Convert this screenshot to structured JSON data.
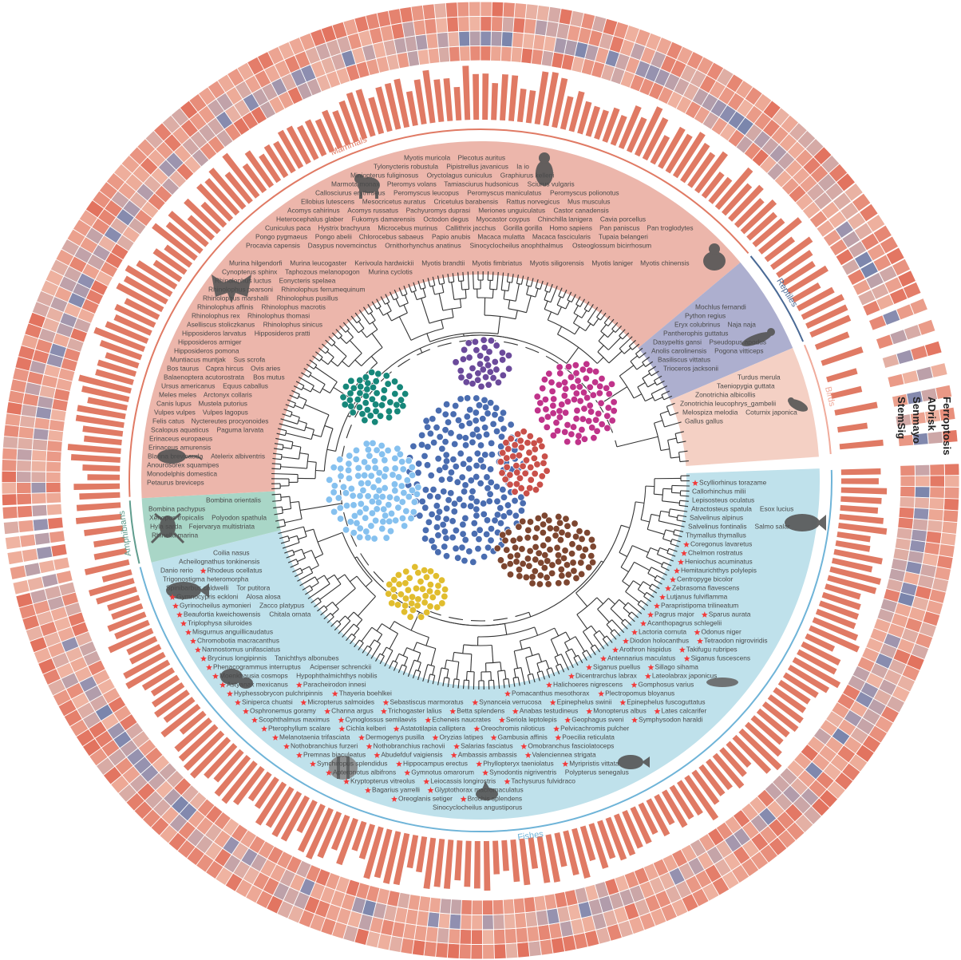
{
  "figure": {
    "tracks": [
      "Ferroptosis",
      "ADrisk",
      "Senmayo",
      "StemSig"
    ],
    "colors": {
      "bar": "#e07a64",
      "heat_high": "#e2735f",
      "heat_mid": "#efb4a2",
      "heat_low": "#8f8fb0",
      "heat_min": "#5a76a6",
      "tree": "#333333",
      "star": "#f23b3b",
      "label": "#4a4a4a"
    },
    "cluster_colors": [
      "#16877a",
      "#6b4a9b",
      "#c0338a",
      "#4a6db0",
      "#86c1ef",
      "#c9504a",
      "#7d4630",
      "#e1bd2e"
    ]
  },
  "clades": [
    {
      "name": "Fishes",
      "fill": "#bfe1eb",
      "line": "#6fb4d8",
      "starred_ranges": [
        [
          0,
          0
        ],
        [
          9,
          100
        ],
        [
          104,
          104
        ]
      ],
      "species": [
        "Scylliorhinus torazame",
        "Callorhinchus milii",
        "Lepisosteus oculatus",
        "Atractosteus spatula",
        "Esox lucius",
        "Salvelinus alpinus",
        "Salvelinus fontinalis",
        "Salmo salar",
        "Thymallus thymallus",
        "Coregonus lavaretus",
        "Chelmon rostratus",
        "Heniochus acuminatus",
        "Hemitaurichthys polylepis",
        "Centropyge bicolor",
        "Zebrasoma flavescens",
        "Lutjanus fulviflamma",
        "Parapristipoma trilineatum",
        "Pagrus major",
        "Sparus aurata",
        "Acanthopagrus schlegelii",
        "Lactoria cornuta",
        "Odonus niger",
        "Diodon holocanthus",
        "Tetraodon nigroviridis",
        "Arothron hispidus",
        "Takifugu rubripes",
        "Antennarius maculatus",
        "Siganus fuscescens",
        "Siganus puellus",
        "Sillago sihama",
        "Dicentrarchus labrax",
        "Lateolabrax japonicus",
        "Halichoeres nigrescens",
        "Gomphosus varius",
        "Pomacanthus mesothorax",
        "Plectropomus bloyanus",
        "Siniperca chuatsi",
        "Micropterus salmoides",
        "Sebastiscus marmoratus",
        "Synanceia verrucosa",
        "Epinephelus swinii",
        "Epinephelus fuscoguttatus",
        "Osphronemus goramy",
        "Channa argus",
        "Trichogaster lalius",
        "Betta splendens",
        "Anabas testudineus",
        "Monopterus albus",
        "Lates calcarifer",
        "Scophthalmus maximus",
        "Cynoglossus semilaevis",
        "Echeneis naucrates",
        "Seriola leptolepis",
        "Geophagus sveni",
        "Symphysodon haraldi",
        "Pterophyllum scalare",
        "Cichla kelberi",
        "Astatotilapia calliptera",
        "Oreochromis niloticus",
        "Pelvicachromis pulcher",
        "Melanotaenia trifasciata",
        "Dermogenys pusilla",
        "Oryzias latipes",
        "Gambusia affinis",
        "Poecilia reticulata",
        "Nothobranchius furzeri",
        "Nothobranchius rachovii",
        "Salarias fasciatus",
        "Omobranchus fasciolatoceps",
        "Premnas biaculeatus",
        "Abudefduf vaigiensis",
        "Ambassis ambassis",
        "Valenciennea strigata",
        "Synchiropus splendidus",
        "Hippocampus erectus",
        "Phyllopteryx taeniolatus",
        "Myripristis vittata",
        "Apteronotus albifrons",
        "Gymnotus omarorum",
        "Synodontis nigriventris",
        "Kryptopterus vitreolus",
        "Leiocassis longirostris",
        "Tachysurus fulvidraco",
        "Bagarius yarrelli",
        "Glyptothorax macromaculatus",
        "Oreoglanis setiger",
        "Brochis splendens",
        "Hyphessobrycon pulchripinnis",
        "Thayeria boehlkei",
        "Astyanax mexicanus",
        "Paracheirodon innesi",
        "Moenkhausia cosmops",
        "Phenacogrammus interruptus",
        "Brycinus longipinnis",
        "Nannostomus unifasciatus",
        "Chromobotia macracanthus",
        "Misgurnus anguillicaudatus",
        "Triplophysa siluroides",
        "Beaufortia kweichowensis",
        "Gyrinocheilus aymonieri",
        "Gymnocypris eckloni",
        "Spinibarbus caldwelli",
        "Trigonostigma heteromorpha",
        "Danio rerio",
        "Rhodeus ocellatus",
        "Acheilognathus tonkinensis",
        "Tanichthys albonubes",
        "Hypophthalmichthys nobilis",
        "Zacco platypus",
        "Sinocyclocheilus anophthalmus",
        "Sinocyclocheilus angustiporus",
        "Tor putitora",
        "Alosa alosa",
        "Coilia nasus",
        "Chitala ornata",
        "Osteoglossum bicirrhosum",
        "Acipenser schrenckii",
        "Polyodon spathula",
        "Polypterus senegalus"
      ]
    },
    {
      "name": "Amphibians",
      "fill": "#a9d6c7",
      "line": "#5f9d8e",
      "starred_ranges": [],
      "species": [
        "Rhinella marina",
        "Hyla sarda",
        "Fejervarya multistriata",
        "Xenopus tropicalis",
        "Bombina pachypus",
        "Bombina orientalis"
      ]
    },
    {
      "name": "Mammals",
      "fill": "#ecb6ab",
      "line": "#e07a64",
      "starred_ranges": [],
      "species": [
        "Petaurus breviceps",
        "Monodelphis domestica",
        "Anourosorex squamipes",
        "Blarina brevicauda",
        "Atelerix albiventris",
        "Erinaceus amurensis",
        "Erinaceus europaeus",
        "Scalopus aquaticus",
        "Paguma larvata",
        "Felis catus",
        "Nyctereutes procyonoides",
        "Vulpes vulpes",
        "Vulpes lagopus",
        "Canis lupus",
        "Mustela putorius",
        "Meles meles",
        "Arctonyx collaris",
        "Ursus americanus",
        "Equus caballus",
        "Balaenoptera acutorostrata",
        "Bos mutus",
        "Bos taurus",
        "Capra hircus",
        "Ovis aries",
        "Muntiacus muntjak",
        "Sus scrofa",
        "Hipposideros pomona",
        "Hipposideros armiger",
        "Hipposideros larvatus",
        "Hipposideros pratti",
        "Aselliscus stoliczkanus",
        "Rhinolophus sinicus",
        "Rhinolophus rex",
        "Rhinolophus thomasi",
        "Rhinolophus affinis",
        "Rhinolophus macrotis",
        "Rhinolophus marshalli",
        "Rhinolophus pusillus",
        "Rhinolophus pearsoni",
        "Rhinolophus ferrumequinum",
        "Rhinolophus luctus",
        "Eonycteris spelaea",
        "Cynopterus sphinx",
        "Taphozous melanopogon",
        "Murina cyclotis",
        "Murina hilgendorfi",
        "Murina leucogaster",
        "Kerivoula hardwickii",
        "Myotis brandtii",
        "Myotis fimbriatus",
        "Myotis siligorensis",
        "Myotis laniger",
        "Myotis chinensis",
        "Myotis muricola",
        "Plecotus auritus",
        "Tylonycteris robustula",
        "Pipistrellus javanicus",
        "Ia io",
        "Miniopterus fuliginosus",
        "Oryctolagus cuniculus",
        "Graphiurus kelleni",
        "Marmota monax",
        "Pteromys volans",
        "Tamiasciurus hudsonicus",
        "Sciurus vulgaris",
        "Callosciurus erythraeus",
        "Peromyscus leucopus",
        "Peromyscus maniculatus",
        "Peromyscus polionotus",
        "Ellobius lutescens",
        "Mesocricetus auratus",
        "Cricetulus barabensis",
        "Rattus norvegicus",
        "Mus musculus",
        "Acomys cahirinus",
        "Acomys russatus",
        "Pachyuromys duprasi",
        "Meriones unguiculatus",
        "Castor canadensis",
        "Heterocephalus glaber",
        "Fukomys damarensis",
        "Octodon degus",
        "Myocastor coypus",
        "Chinchilla lanigera",
        "Cavia porcellus",
        "Cuniculus paca",
        "Hystrix brachyura",
        "Microcebus murinus",
        "Callithrix jacchus",
        "Gorilla gorilla",
        "Homo sapiens",
        "Pan paniscus",
        "Pan troglodytes",
        "Pongo pygmaeus",
        "Pongo abelii",
        "Chlorocebus sabaeus",
        "Papio anubis",
        "Macaca mulatta",
        "Macaca fascicularis",
        "Tupaia belangeri",
        "Procavia capensis",
        "Dasypus novemcinctus",
        "Ornithorhynchus anatinus"
      ]
    },
    {
      "name": "Reptiles",
      "fill": "#adafcf",
      "line": "#4a6a96",
      "starred_ranges": [],
      "species": [
        "Mochlus fernandi",
        "Python regius",
        "Eryx colubrinus",
        "Naja naja",
        "Pantherophis guttatus",
        "Dasypeltis gansi",
        "Pseudopus apodus",
        "Anolis carolinensis",
        "Basiliscus vittatus",
        "Trioceros jacksonii",
        "Pogona vitticeps"
      ]
    },
    {
      "name": "Birds",
      "fill": "#f4d0c4",
      "line": "#f0ab9b",
      "starred_ranges": [],
      "species": [
        "Turdus merula",
        "Taeniopygia guttata",
        "Zonotrichia albicollis",
        "Zonotrichia leucophrys_gambelii",
        "Melospiza melodia",
        "Coturnix japonica",
        "Gallus gallus"
      ]
    }
  ]
}
